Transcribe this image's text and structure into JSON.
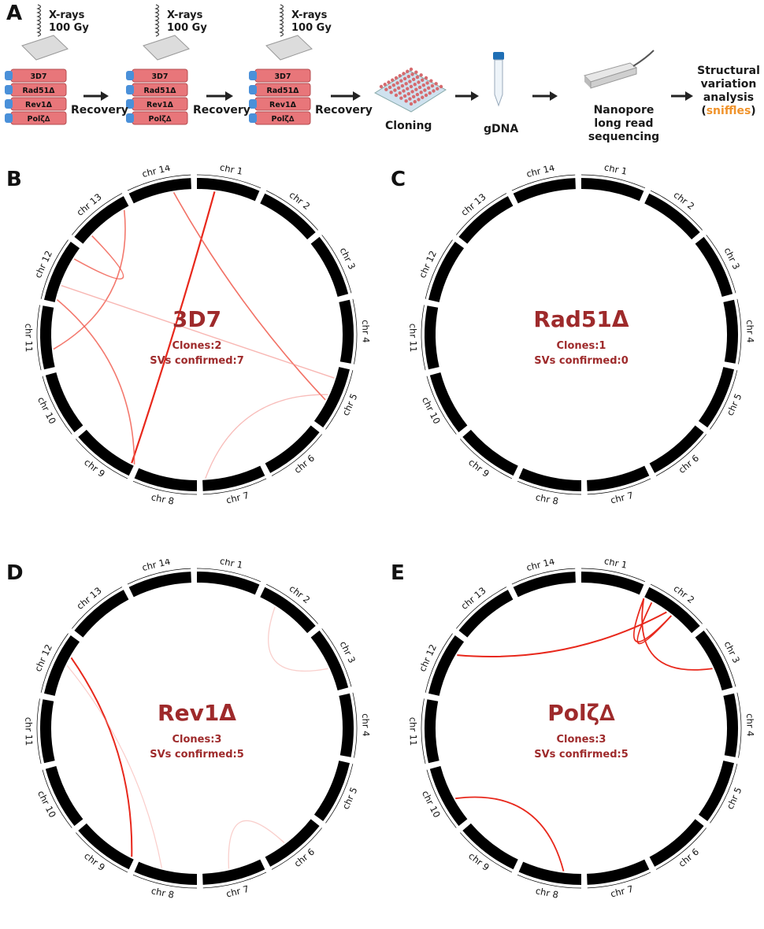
{
  "workflow": {
    "panel_label": "A",
    "radiation": [
      {
        "line1": "X-rays",
        "line2": "100 Gy"
      },
      {
        "line1": "X-rays",
        "line2": "100 Gy"
      },
      {
        "line1": "X-rays",
        "line2": "100 Gy"
      }
    ],
    "strains": [
      "3D7",
      "Rad51Δ",
      "Rev1Δ",
      "Polζ∆"
    ],
    "recovery_label": "Recovery",
    "cloning_label": "Cloning",
    "gdna_label": "gDNA",
    "nanopore": {
      "line1": "Nanopore",
      "line2": "long read",
      "line3": "sequencing"
    },
    "sv_analysis": {
      "line1": "Structural",
      "line2": "variation",
      "line3": "analysis",
      "open": "(",
      "tool": "sniffles",
      "close": ")"
    },
    "colors": {
      "flask": "#e8767a",
      "cap": "#4a90d9",
      "tool": "#f0932b",
      "arrow": "#222222"
    }
  },
  "chromosomes": [
    "chr 1",
    "chr 2",
    "chr 3",
    "chr 4",
    "chr 5",
    "chr 6",
    "chr 7",
    "chr 8",
    "chr 9",
    "chr 10",
    "chr 11",
    "chr 12",
    "chr 13",
    "chr 14"
  ],
  "panels": [
    {
      "label": "B",
      "strain": "3D7",
      "clones": "Clones:2",
      "svs": "SVs confirmed:7",
      "links": [
        {
          "from": 1.3,
          "to": 9.05,
          "color": "#e8281c",
          "width": 2.2,
          "opacity": 1
        },
        {
          "from": 14.7,
          "to": 5.6,
          "color": "#f0584a",
          "width": 1.6,
          "opacity": 0.85
        },
        {
          "from": 13.9,
          "to": 11.3,
          "color": "#f0584a",
          "width": 1.6,
          "opacity": 0.8
        },
        {
          "from": 12.05,
          "to": 9.0,
          "color": "#f0584a",
          "width": 1.6,
          "opacity": 0.8
        },
        {
          "from": 13.2,
          "to": 12.8,
          "color": "#f0584a",
          "width": 1.6,
          "opacity": 0.8,
          "bend": 0.35
        },
        {
          "from": 12.3,
          "to": 5.2,
          "color": "#f4908a",
          "width": 1.4,
          "opacity": 0.65
        },
        {
          "from": 7.95,
          "to": 5.5,
          "color": "#f4908a",
          "width": 1.3,
          "opacity": 0.6
        }
      ]
    },
    {
      "label": "C",
      "strain": "Rad51Δ",
      "clones": "Clones:1",
      "svs": "SVs confirmed:0",
      "links": []
    },
    {
      "label": "D",
      "strain": "Rev1Δ",
      "clones": "Clones:3",
      "svs": "SVs confirmed:5",
      "links": [
        {
          "from": 12.7,
          "to": 9.05,
          "color": "#e8281c",
          "width": 2.0,
          "opacity": 1
        },
        {
          "from": 12.55,
          "to": 8.6,
          "color": "#f4908a",
          "width": 1.2,
          "opacity": 0.45
        },
        {
          "from": 2.3,
          "to": 3.6,
          "color": "#f4a09a",
          "width": 1.3,
          "opacity": 0.5
        },
        {
          "from": 6.6,
          "to": 7.55,
          "color": "#f4a09a",
          "width": 1.3,
          "opacity": 0.5
        }
      ]
    },
    {
      "label": "E",
      "strain": "Polζ∆",
      "clones": "Clones:3",
      "svs": "SVs confirmed:5",
      "links": [
        {
          "from": 2.45,
          "to": 12.75,
          "color": "#e8281c",
          "width": 2.0,
          "opacity": 1
        },
        {
          "from": 2.15,
          "to": 2.55,
          "color": "#e8281c",
          "width": 1.8,
          "opacity": 1
        },
        {
          "from": 2.0,
          "to": 2.55,
          "color": "#e8281c",
          "width": 1.8,
          "opacity": 1
        },
        {
          "from": 2.0,
          "to": 3.6,
          "color": "#e8281c",
          "width": 1.8,
          "opacity": 1
        },
        {
          "from": 8.3,
          "to": 10.4,
          "color": "#e8281c",
          "width": 1.8,
          "opacity": 1
        }
      ]
    }
  ],
  "colors": {
    "title": "#9e2a2b",
    "segment": "#000000",
    "ruler": "#000000"
  }
}
